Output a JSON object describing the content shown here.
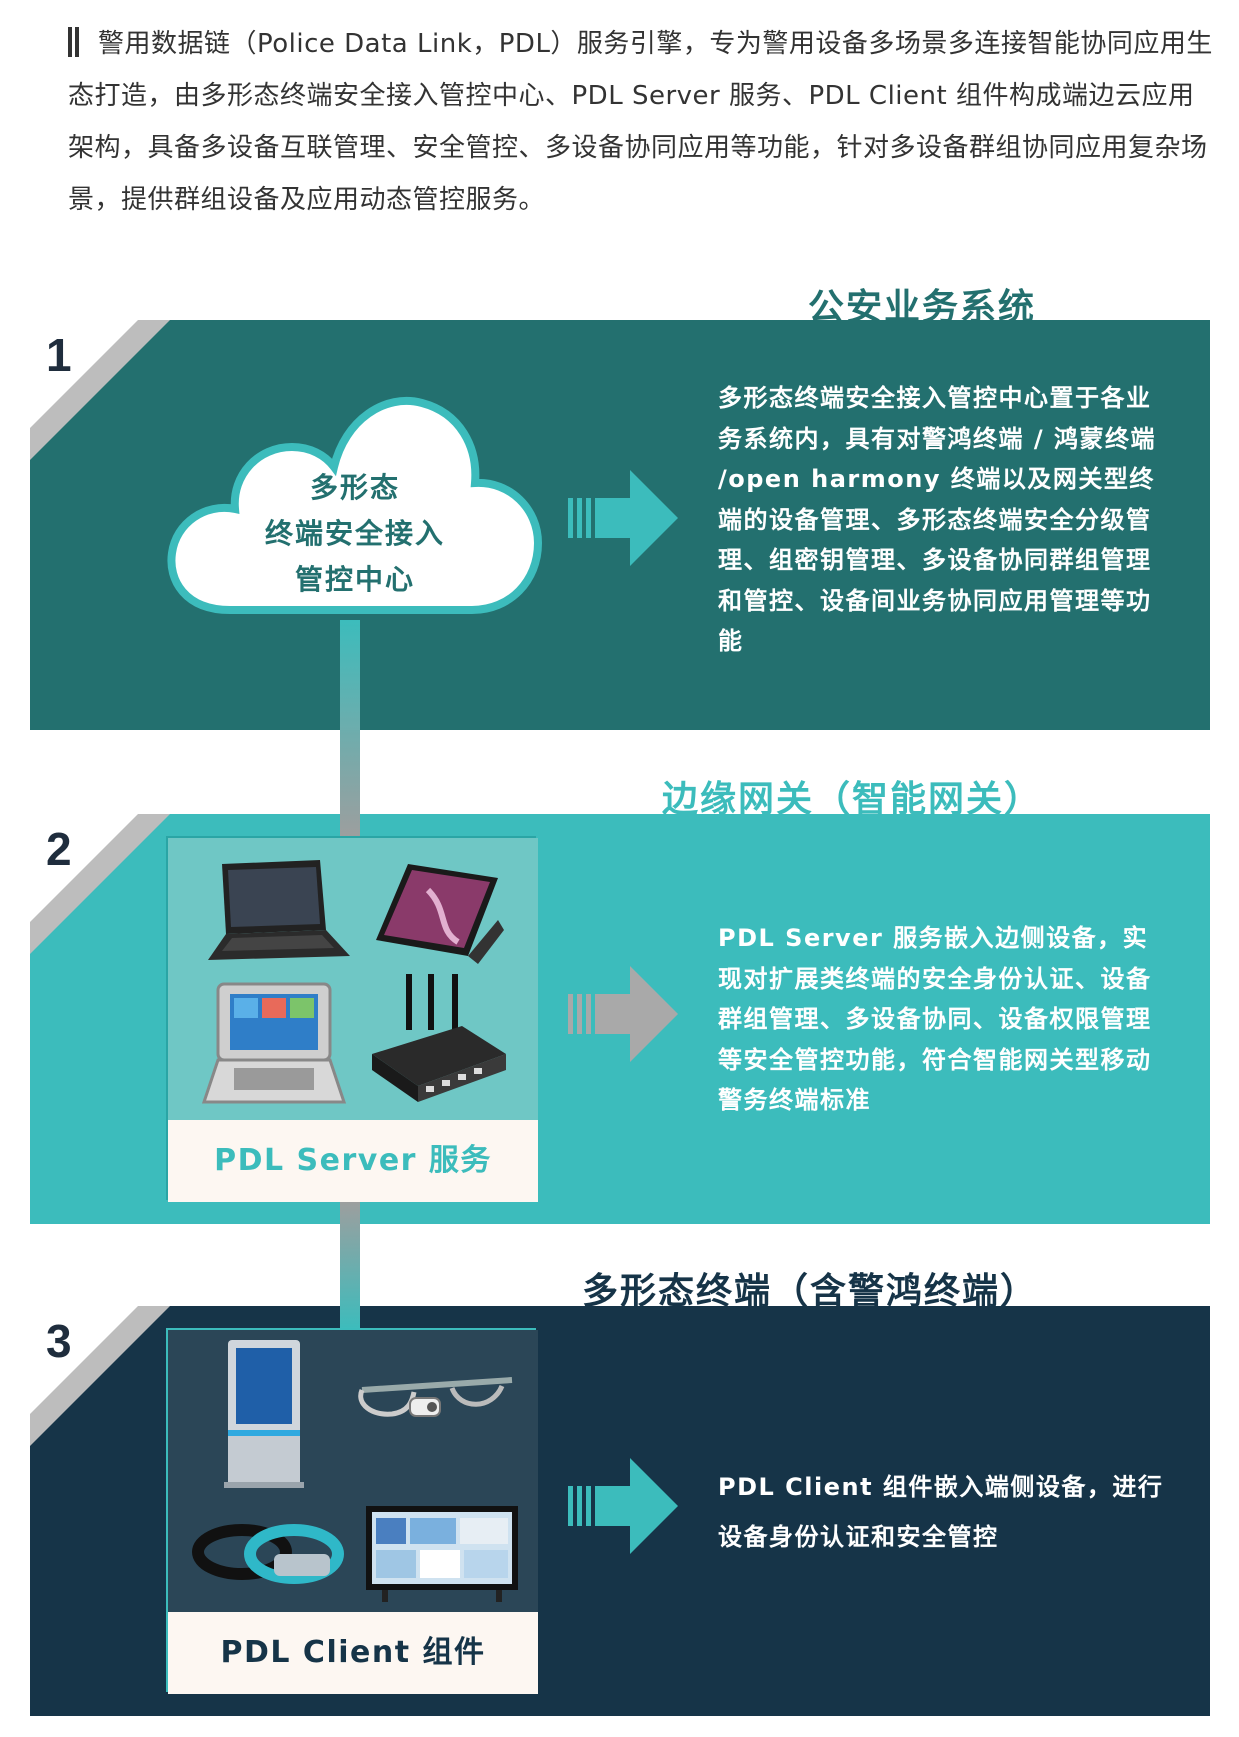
{
  "intro": {
    "text": "警用数据链（Police Data Link，PDL）服务引擎，专为警用设备多场景多连接智能协同应用生态打造，由多形态终端安全接入管控中心、PDL Server 服务、PDL Client 组件构成端边云应用架构，具备多设备互联管理、安全管控、多设备协同应用等功能，针对多设备群组协同应用复杂场景，提供群组设备及应用动态管控服务。"
  },
  "colors": {
    "panel1": "#23706f",
    "panel2": "#3cbcbc",
    "panel3": "#163448",
    "accent": "#3cbcbc",
    "corner": "#bdbdbd",
    "connector": "#9e9e9e"
  },
  "sections": [
    {
      "number": "1",
      "title": "公安业务系统",
      "node_label": [
        "多形态",
        "终端安全接入",
        "管控中心"
      ],
      "description": "多形态终端安全接入管控中心置于各业务系统内，具有对警鸿终端 / 鸿蒙终端 /open harmony 终端以及网关型终端的设备管理、多形态终端安全分级管理、组密钥管理、多设备协同群组管理和管控、设备间业务协同应用管理等功能"
    },
    {
      "number": "2",
      "title": "边缘网关（智能网关）",
      "node_label": "PDL Server 服务",
      "devices": [
        "laptop-icon",
        "tablet-icon",
        "rugged-laptop-icon",
        "router-icon"
      ],
      "description": "PDL Server 服务嵌入边侧设备，实现对扩展类终端的安全身份认证、设备群组管理、多设备协同、设备权限管理等安全管控功能，符合智能网关型移动警务终端标准"
    },
    {
      "number": "3",
      "title": "多形态终端（含警鸿终端）",
      "node_label": "PDL Client 组件",
      "devices": [
        "kiosk-icon",
        "smart-glasses-icon",
        "wristband-icon",
        "smart-tv-icon"
      ],
      "description": "PDL Client 组件嵌入端侧设备，进行设备身份认证和安全管控"
    }
  ]
}
